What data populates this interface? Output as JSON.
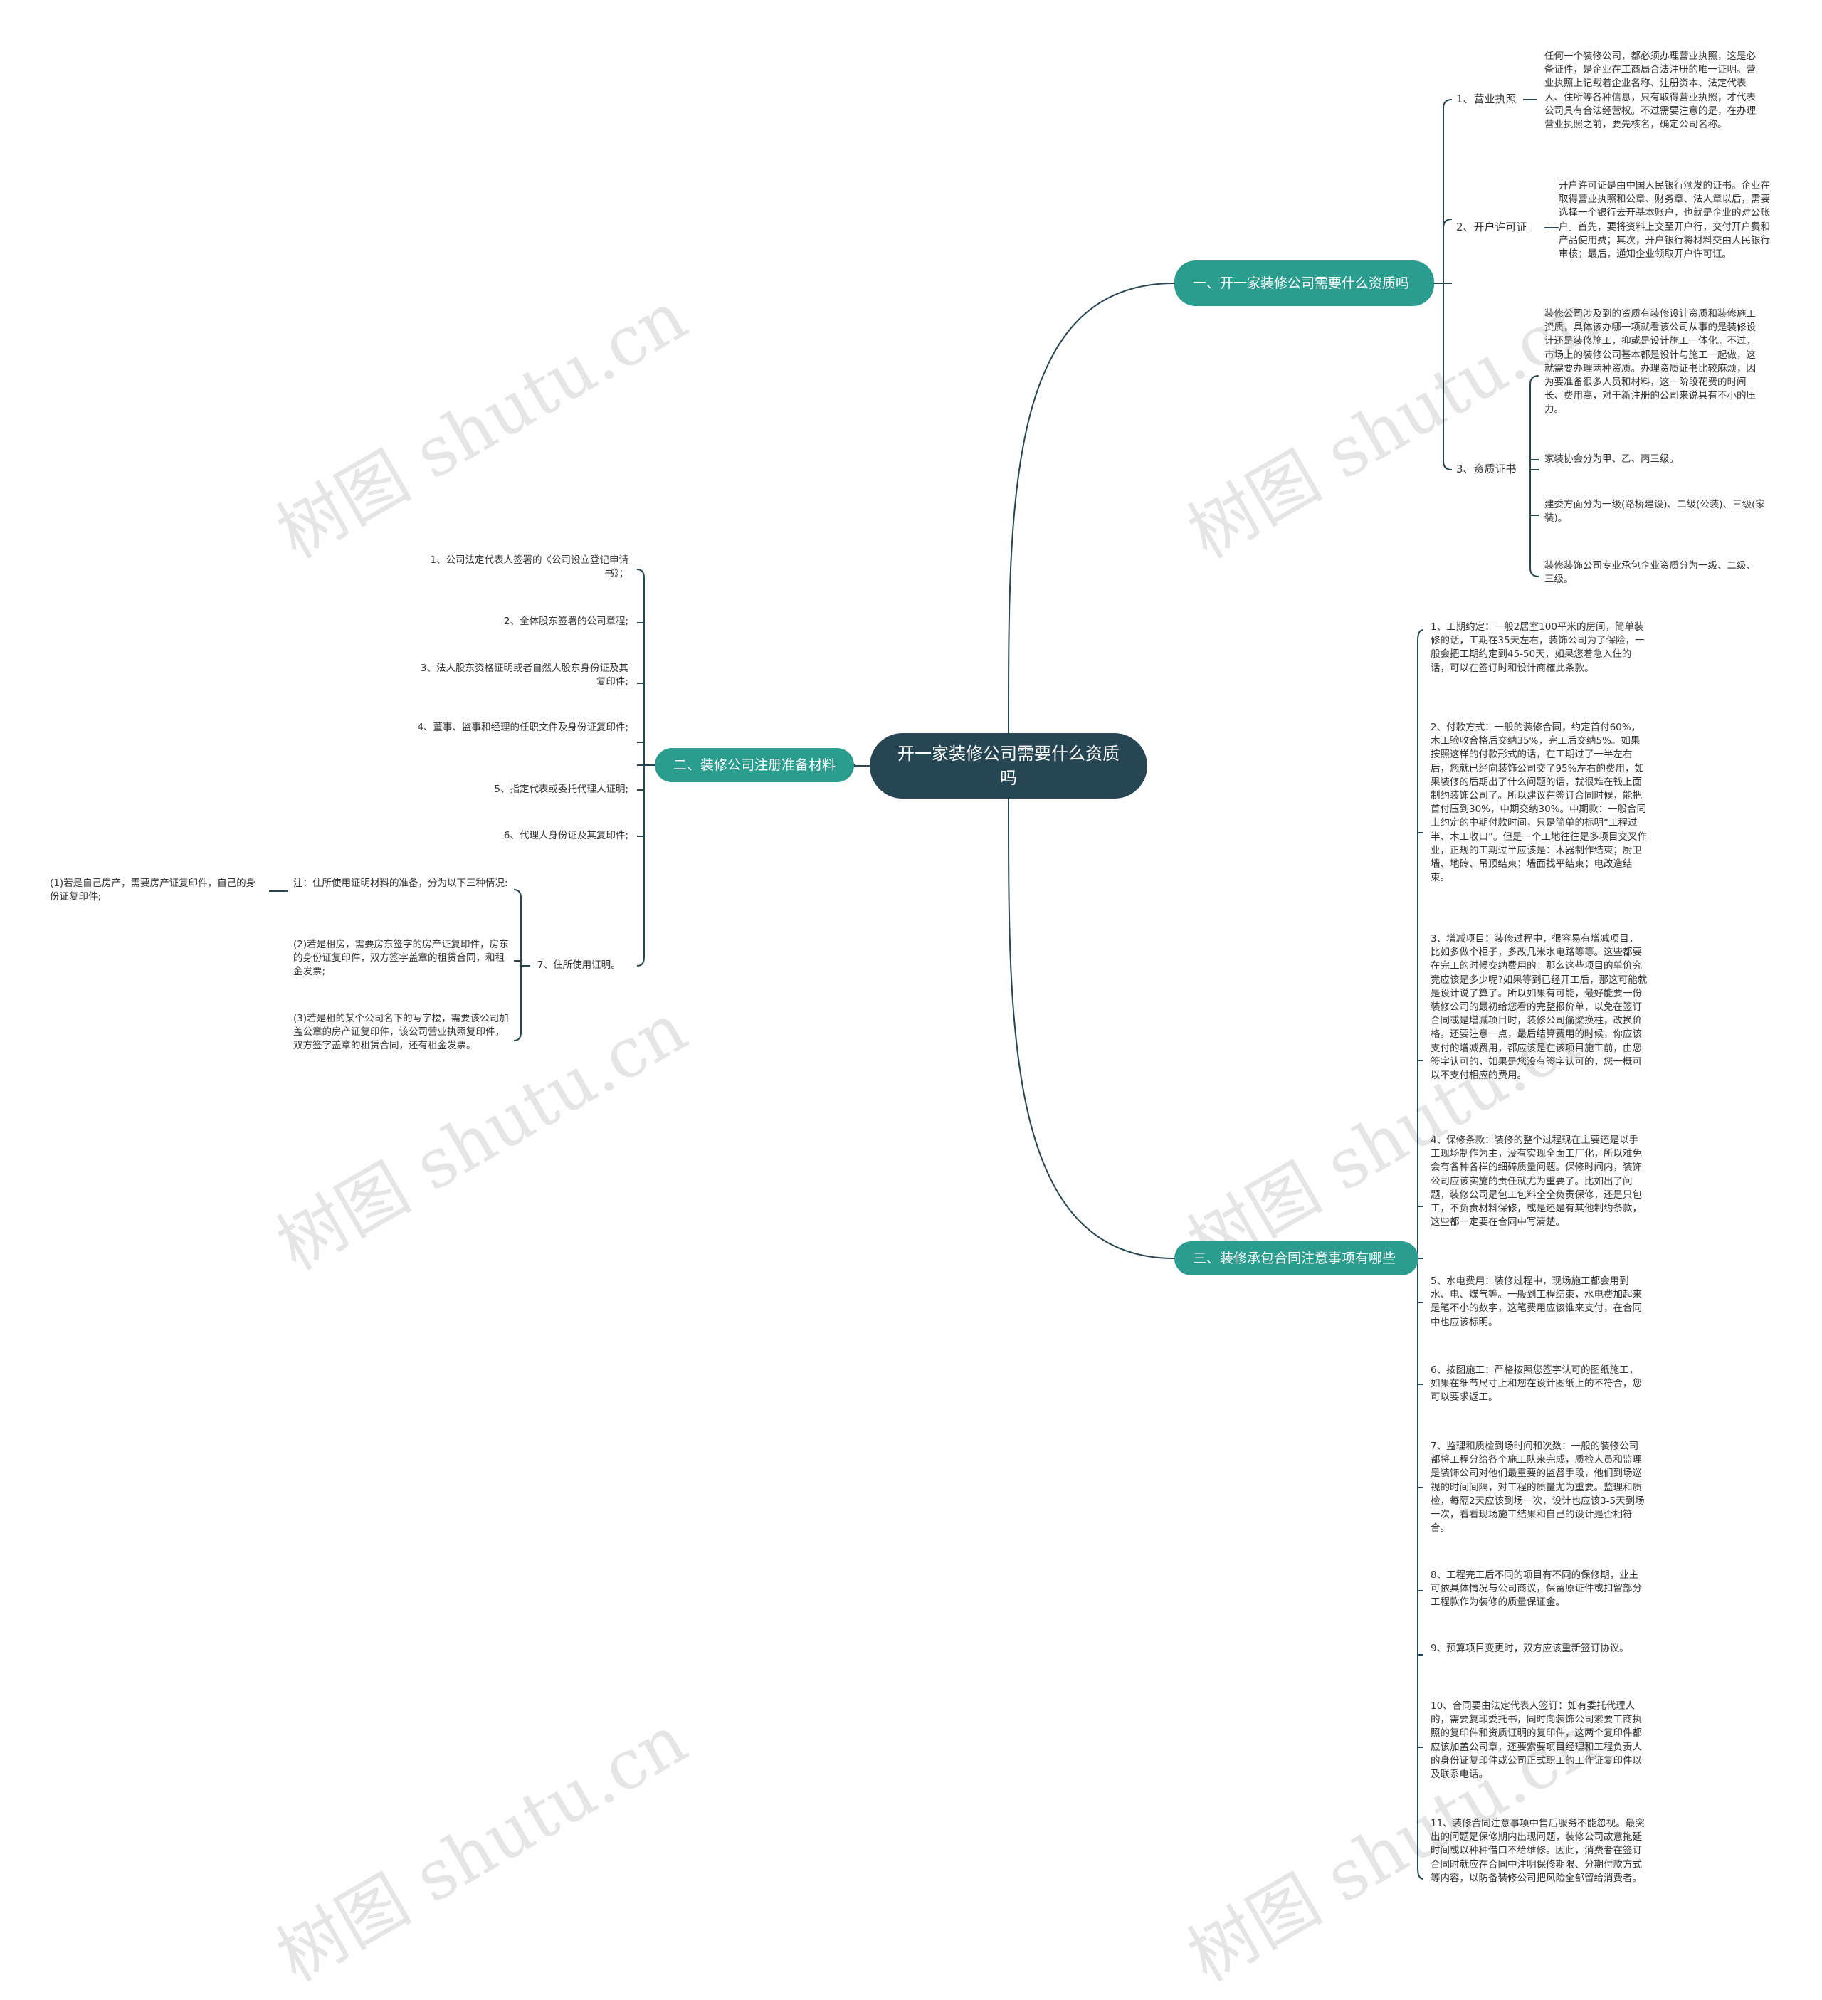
{
  "root": "开一家装修公司需要什么资质吗",
  "branches": {
    "b1": {
      "title": "一、开一家装修公司需要什么资质吗",
      "items": [
        {
          "label": "1、营业执照",
          "details": [
            "任何一个装修公司，都必须办理营业执照，这是必备证件，是企业在工商局合法注册的唯一证明。营业执照上记载着企业名称、注册资本、法定代表人、住所等各种信息，只有取得营业执照，才代表公司具有合法经营权。不过需要注意的是，在办理营业执照之前，要先核名，确定公司名称。"
          ]
        },
        {
          "label": "2、开户许可证",
          "details": [
            "开户许可证是由中国人民银行颁发的证书。企业在取得营业执照和公章、财务章、法人章以后，需要选择一个银行去开基本账户，也就是企业的对公账户。首先，要将资料上交至开户行，交付开户费和产品使用费；其次，开户银行将材料交由人民银行审核；最后，通知企业领取开户许可证。"
          ]
        },
        {
          "label": "3、资质证书",
          "details": [
            "装修公司涉及到的资质有装修设计资质和装修施工资质，具体该办哪一项就看该公司从事的是装修设计还是装修施工，抑或是设计施工一体化。不过，市场上的装修公司基本都是设计与施工一起做，这就需要办理两种资质。办理资质证书比较麻烦，因为要准备很多人员和材料，这一阶段花费的时间长、费用高，对于新注册的公司来说具有不小的压力。",
            "家装协会分为甲、乙、丙三级。",
            "建委方面分为一级(路桥建设)、二级(公装)、三级(家装)。",
            "装修装饰公司专业承包企业资质分为一级、二级、三级。"
          ]
        }
      ]
    },
    "b2": {
      "title": "二、装修公司注册准备材料",
      "items": [
        "1、公司法定代表人签署的《公司设立登记申请书》；",
        "2、全体股东签署的公司章程;",
        "3、法人股东资格证明或者自然人股东身份证及其复印件;",
        "4、董事、监事和经理的任职文件及身份证复印件;",
        "5、指定代表或委托代理人证明;",
        "6、代理人身份证及其复印件;",
        "7、住所使用证明。"
      ],
      "sub7": [
        "注：住所使用证明材料的准备，分为以下三种情况:",
        "(2)若是租房，需要房东签字的房产证复印件，房东的身份证复印件，双方签字盖章的租赁合同，和租金发票;",
        "(3)若是租的某个公司名下的写字楼，需要该公司加盖公章的房产证复印件，该公司营业执照复印件，双方签字盖章的租赁合同，还有租金发票。"
      ],
      "sub7_note": "(1)若是自己房产，需要房产证复印件，自己的身份证复印件;"
    },
    "b3": {
      "title": "三、装修承包合同注意事项有哪些",
      "items": [
        "1、工期约定：一般2居室100平米的房间，简单装修的话，工期在35天左右，装饰公司为了保险，一般会把工期约定到45-50天，如果您着急入住的话，可以在签订时和设计商榷此条款。",
        "2、付款方式：一般的装修合同，约定首付60%，木工验收合格后交纳35%，完工后交纳5%。如果按照这样的付款形式的话，在工期过了一半左右后，您就已经向装饰公司交了95%左右的费用，如果装修的后期出了什么问题的话，就很难在钱上面制约装饰公司了。所以建议在签订合同时候，能把首付压到30%，中期交纳30%。中期款：一般合同上约定的中期付款时间，只是简单的标明“工程过半、木工收口”。但是一个工地往往是多项目交叉作业，正规的工期过半应该是：木器制作结束；厨卫墙、地砖、吊顶结束；墙面找平结束；电改造结束。",
        "3、增减项目：装修过程中，很容易有增减项目，比如多做个柜子，多改几米水电路等等。这些都要在完工的时候交纳费用的。那么这些项目的单价究竟应该是多少呢?如果等到已经开工后，那这可能就是设计说了算了。所以如果有可能，最好能要一份装修公司的最初给您看的完整报价单，以免在签订合同或是增减项目时，装修公司偷梁换柱，改换价格。还要注意一点，最后结算费用的时候，你应该支付的增减费用，都应该是在该项目施工前，由您签字认可的，如果是您没有签字认可的，您一概可以不支付相应的费用。",
        "4、保修条款：装修的整个过程现在主要还是以手工现场制作为主，没有实现全面工厂化，所以难免会有各种各样的细碎质量问题。保修时间内，装饰公司应该实施的责任就尤为重要了。比如出了问题，装修公司是包工包料全全负责保修，还是只包工，不负责材料保修，或是还是有其他制约条款，这些都一定要在合同中写清楚。",
        "5、水电费用：装修过程中，现场施工都会用到水、电、煤气等。一般到工程结束，水电费加起来是笔不小的数字，这笔费用应该谁来支付，在合同中也应该标明。",
        "6、按图施工：严格按照您签字认可的图纸施工，如果在细节尺寸上和您在设计图纸上的不符合，您可以要求返工。",
        "7、监理和质检到场时间和次数：一般的装修公司都将工程分给各个施工队来完成，质检人员和监理是装饰公司对他们最重要的监督手段，他们到场巡视的时间间隔，对工程的质量尤为重要。监理和质检，每隔2天应该到场一次，设计也应该3-5天到场一次，看看现场施工结果和自己的设计是否相符合。",
        "8、工程完工后不同的项目有不同的保修期，业主可依具体情况与公司商议，保留原证件或扣留部分工程款作为装修的质量保证金。",
        "9、预算项目变更时，双方应该重新签订协议。",
        "10、合同要由法定代表人签订：如有委托代理人的，需要复印委托书，同时向装饰公司索要工商执照的复印件和资质证明的复印件，这两个复印件都应该加盖公司章，还要索要项目经理和工程负责人的身份证复印件或公司正式职工的工作证复印件以及联系电话。",
        "11、装修合同注意事项中售后服务不能忽视。最突出的问题是保修期内出现问题，装修公司故意拖延时间或以种种借口不给维修。因此，消费者在签订合同时就应在合同中注明保修期限、分期付款方式等内容，以防备装修公司把风险全部留给消费者。"
      ]
    }
  },
  "watermark": "树图 shutu.cn",
  "colors": {
    "root": "#264653",
    "branch": "#2a9d8f",
    "line": "#264653",
    "text": "#333333"
  }
}
